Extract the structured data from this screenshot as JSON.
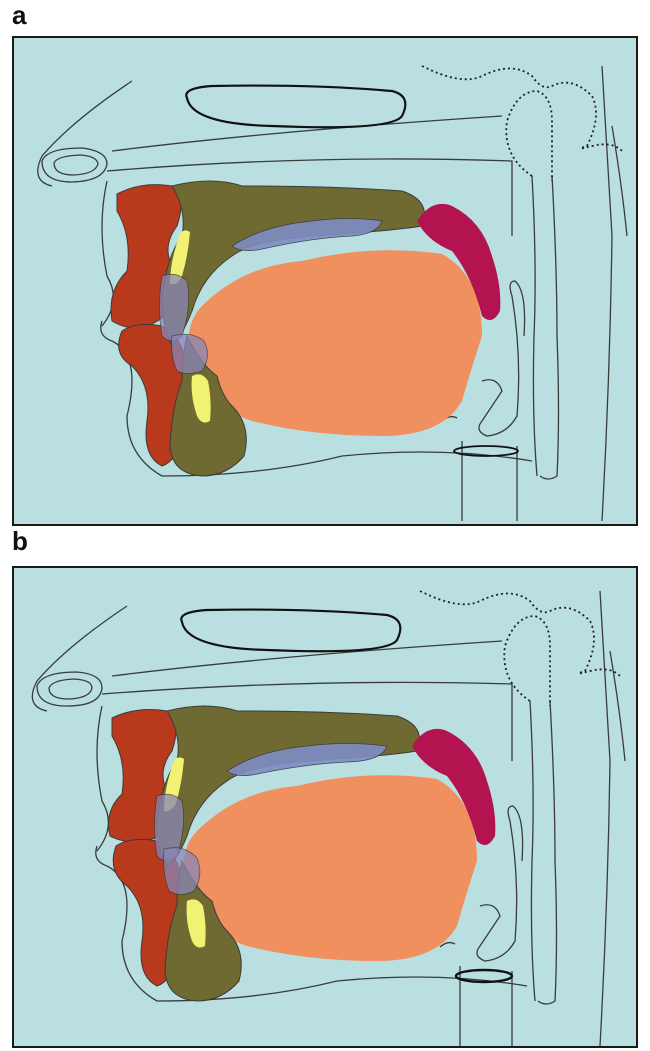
{
  "panels": [
    {
      "label": "a"
    },
    {
      "label": "b"
    }
  ],
  "colors": {
    "background": "#b9dfe0",
    "line": "#3b3b3b",
    "upper_lip": "#b9391c",
    "lower_lip": "#b9391c",
    "palate": "#6e6a32",
    "mandible": "#6e6a32",
    "tongue": "#f0905f",
    "velum": "#b3134f",
    "teeth": "#f2f272",
    "tongue_tip_overlay": "#8b86b8"
  },
  "icons": {
    "anatomy": "midsagittal-vocal-tract-cross-section"
  }
}
